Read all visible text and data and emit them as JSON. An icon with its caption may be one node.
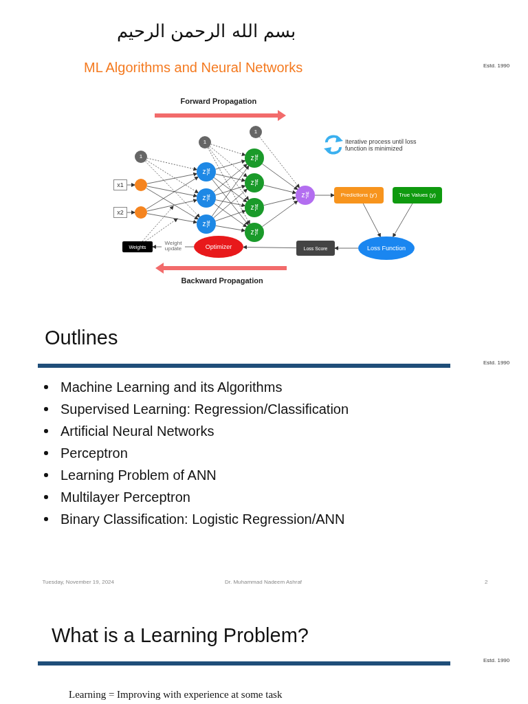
{
  "diagram": {
    "nodes": [
      {
        "text": [
          "x1"
        ]
      },
      {
        "text": [
          "x2"
        ]
      },
      {
        "text": [
          "1"
        ]
      },
      {
        "text": [],
        "shape": "circle"
      },
      {
        "text": [],
        "shape": "circle"
      },
      {
        "text": [
          "1"
        ]
      },
      {
        "text": [
          "z",
          "f"
        ]
      },
      {
        "text": [
          "z",
          "f"
        ]
      },
      {
        "text": [
          "z",
          "f"
        ]
      },
      {
        "text": [
          "1"
        ]
      },
      {
        "text": [
          "z",
          "f"
        ]
      },
      {
        "text": [
          "z",
          "f"
        ]
      },
      {
        "text": [
          "z",
          "f"
        ]
      },
      {
        "text": [
          "z",
          "f"
        ]
      },
      {
        "text": [
          "z",
          "f"
        ]
      },
      {
        "text": [
          "Predictions (y')"
        ]
      },
      {
        "text": [
          "True Values (y)"
        ]
      },
      {
        "text": [
          "Loss Function"
        ]
      },
      {
        "text": [
          "Loss Score"
        ]
      },
      {
        "text": [
          "Optimizer"
        ]
      },
      {
        "text": [
          "Weights"
        ]
      }
    ],
    "edges": [
      {
        "from": 0,
        "to": 3,
        "arrow": "to"
      },
      {
        "from": 1,
        "to": 4,
        "arrow": "to"
      },
      {
        "from": 2,
        "to": 6,
        "arrow": "to",
        "style": "dashed"
      },
      {
        "from": 2,
        "to": 7,
        "arrow": "to",
        "style": "dashed"
      },
      {
        "from": 2,
        "to": 8,
        "arrow": "to",
        "style": "dashed"
      },
      {
        "from": 3,
        "to": 6,
        "arrow": "to"
      },
      {
        "from": 3,
        "to": 7,
        "arrow": "to"
      },
      {
        "from": 3,
        "to": 8,
        "arrow": "to"
      },
      {
        "from": 4,
        "to": 6,
        "arrow": "to"
      },
      {
        "from": 4,
        "to": 7,
        "arrow": "to"
      },
      {
        "from": 4,
        "to": 8,
        "arrow": "to"
      },
      {
        "from": 5,
        "to": 10,
        "arrow": "to",
        "style": "dashed"
      },
      {
        "from": 5,
        "to": 11,
        "arrow": "to",
        "style": "dashed"
      },
      {
        "from": 5,
        "to": 12,
        "arrow": "to",
        "style": "dashed"
      },
      {
        "from": 5,
        "to": 13,
        "arrow": "to",
        "style": "dashed"
      },
      {
        "from": 6,
        "to": 10,
        "arrow": "to"
      },
      {
        "from": 6,
        "to": 11,
        "arrow": "to"
      },
      {
        "from": 6,
        "to": 12,
        "arrow": "to"
      },
      {
        "from": 6,
        "to": 13,
        "arrow": "to"
      },
      {
        "from": 7,
        "to": 10,
        "arrow": "to"
      },
      {
        "from": 7,
        "to": 11,
        "arrow": "to"
      },
      {
        "from": 7,
        "to": 12,
        "arrow": "to"
      },
      {
        "from": 7,
        "to": 13,
        "arrow": "to"
      },
      {
        "from": 8,
        "to": 10,
        "arrow": "to"
      },
      {
        "from": 8,
        "to": 11,
        "arrow": "to"
      },
      {
        "from": 8,
        "to": 12,
        "arrow": "to"
      },
      {
        "from": 8,
        "to": 13,
        "arrow": "to"
      },
      {
        "from": 9,
        "to": 14,
        "arrow": "to",
        "style": "dashed"
      },
      {
        "from": 10,
        "to": 14,
        "arrow": "to"
      },
      {
        "from": 11,
        "to": 14,
        "arrow": "to"
      },
      {
        "from": 12,
        "to": 14,
        "arrow": "to"
      },
      {
        "from": 13,
        "to": 14,
        "arrow": "to"
      },
      {
        "from": 14,
        "to": 15,
        "arrow": "to"
      },
      {
        "from": 15,
        "to": 17,
        "arrow": "to"
      },
      {
        "from": 16,
        "to": 17,
        "arrow": "to"
      },
      {
        "from": 17,
        "to": 18,
        "arrow": "to"
      },
      {
        "from": 18,
        "to": 19,
        "arrow": "to"
      },
      {
        "from": 19,
        "to": 20,
        "arrow": "to",
        "label": "Weight update"
      },
      {
        "from": 20,
        "to": null,
        "arrow": "to",
        "style": "dashed"
      },
      {
        "from": 20,
        "to": null,
        "arrow": "to",
        "style": "dashed"
      }
    ],
    "labels": [
      "بسم الله الرحمن الرحيم",
      "ML Algorithms and Neural Networks",
      "Estd. 1990",
      "Forward Propagation",
      "Iterative process until loss function is minimized",
      "Backward Propagation",
      "Outlines",
      "Estd. 1990",
      "Machine Learning and its Algorithms",
      "Supervised Learning: Regression/Classification",
      "Artificial Neural Networks",
      "Perceptron",
      "Learning Problem of ANN",
      "Multilayer Perceptron",
      "Binary Classification: Logistic Regression/ANN",
      "Tuesday, November 19, 2024",
      "Dr. Muhammad Nadeem Ashraf",
      "2",
      "What is a Learning Problem?",
      "Estd. 1990",
      "Learning = Improving with experience at some task"
    ]
  }
}
